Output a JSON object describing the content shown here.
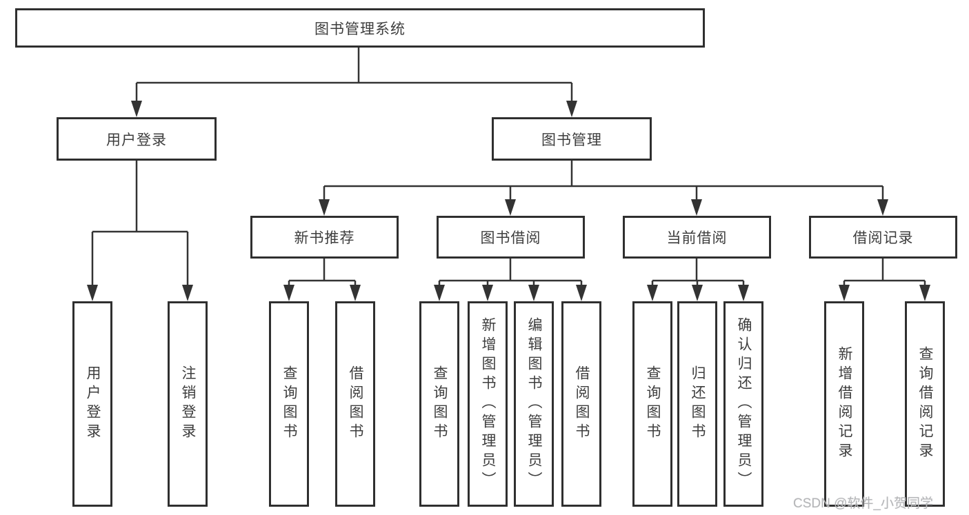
{
  "diagram": {
    "root": {
      "label": "图书管理系统"
    },
    "level2": {
      "user_login": {
        "label": "用户登录"
      },
      "book_mgmt": {
        "label": "图书管理"
      }
    },
    "level3": {
      "new_books": {
        "label": "新书推荐"
      },
      "borrowing": {
        "label": "图书借阅"
      },
      "current": {
        "label": "当前借阅"
      },
      "records": {
        "label": "借阅记录"
      }
    },
    "leaves": {
      "ul_login": {
        "label": "用户登录"
      },
      "ul_logout": {
        "label": "注销登录"
      },
      "nb_query": {
        "label": "查询图书"
      },
      "nb_borrow": {
        "label": "借阅图书"
      },
      "bb_query": {
        "label": "查询图书"
      },
      "bb_add": {
        "label": "新增图书（管理员）"
      },
      "bb_edit": {
        "label": "编辑图书（管理员）"
      },
      "bb_borrow": {
        "label": "借阅图书"
      },
      "cb_query": {
        "label": "查询图书"
      },
      "cb_return": {
        "label": "归还图书"
      },
      "cb_confirm": {
        "label": "确认归还（管理员）"
      },
      "br_add": {
        "label": "新增借阅记录"
      },
      "br_query": {
        "label": "查询借阅记录"
      }
    }
  },
  "watermark": {
    "text": "CSDN @软件_小贺同学"
  },
  "colors": {
    "line": "#333333",
    "border": "#2f2f2f",
    "text": "#3d3d3d",
    "watermark": "#b5b6b8",
    "background": "#ffffff"
  }
}
